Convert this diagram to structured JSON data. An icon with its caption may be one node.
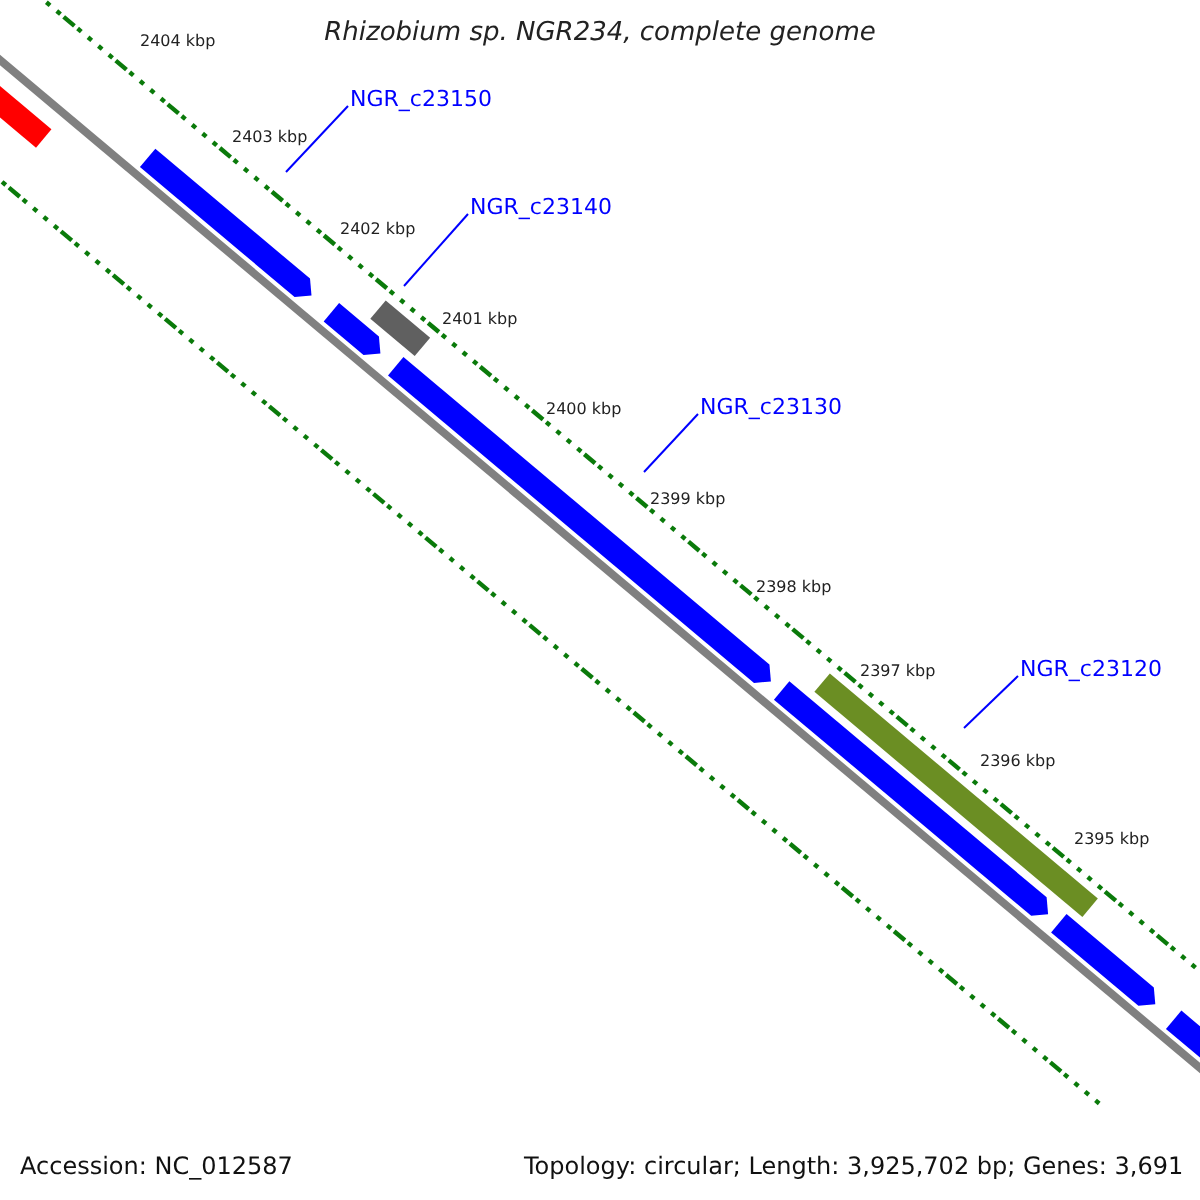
{
  "diagram": {
    "title": "Rhizobium sp. NGR234, complete genome",
    "nodes": [
      {
        "text": [
          "NGR_c23150"
        ]
      },
      {
        "text": [
          "NGR_c23140"
        ]
      },
      {
        "text": [
          "NGR_c23130"
        ]
      },
      {
        "text": [
          "NGR_c23120"
        ]
      }
    ],
    "edges": [
      {
        "from": 0,
        "to": null,
        "arrow": "none"
      },
      {
        "from": 1,
        "to": null,
        "arrow": "none"
      },
      {
        "from": 2,
        "to": null,
        "arrow": "none"
      },
      {
        "from": 3,
        "to": null,
        "arrow": "none"
      }
    ],
    "labels": [
      "2404 kbp",
      "2403 kbp",
      "2402 kbp",
      "2401 kbp",
      "2400 kbp",
      "2399 kbp",
      "2398 kbp",
      "2397 kbp",
      "2396 kbp",
      "2395 kbp",
      "Accession: NC_012587",
      "Topology: circular; Length: 3,925,702 bp; Genes: 3,691"
    ]
  }
}
